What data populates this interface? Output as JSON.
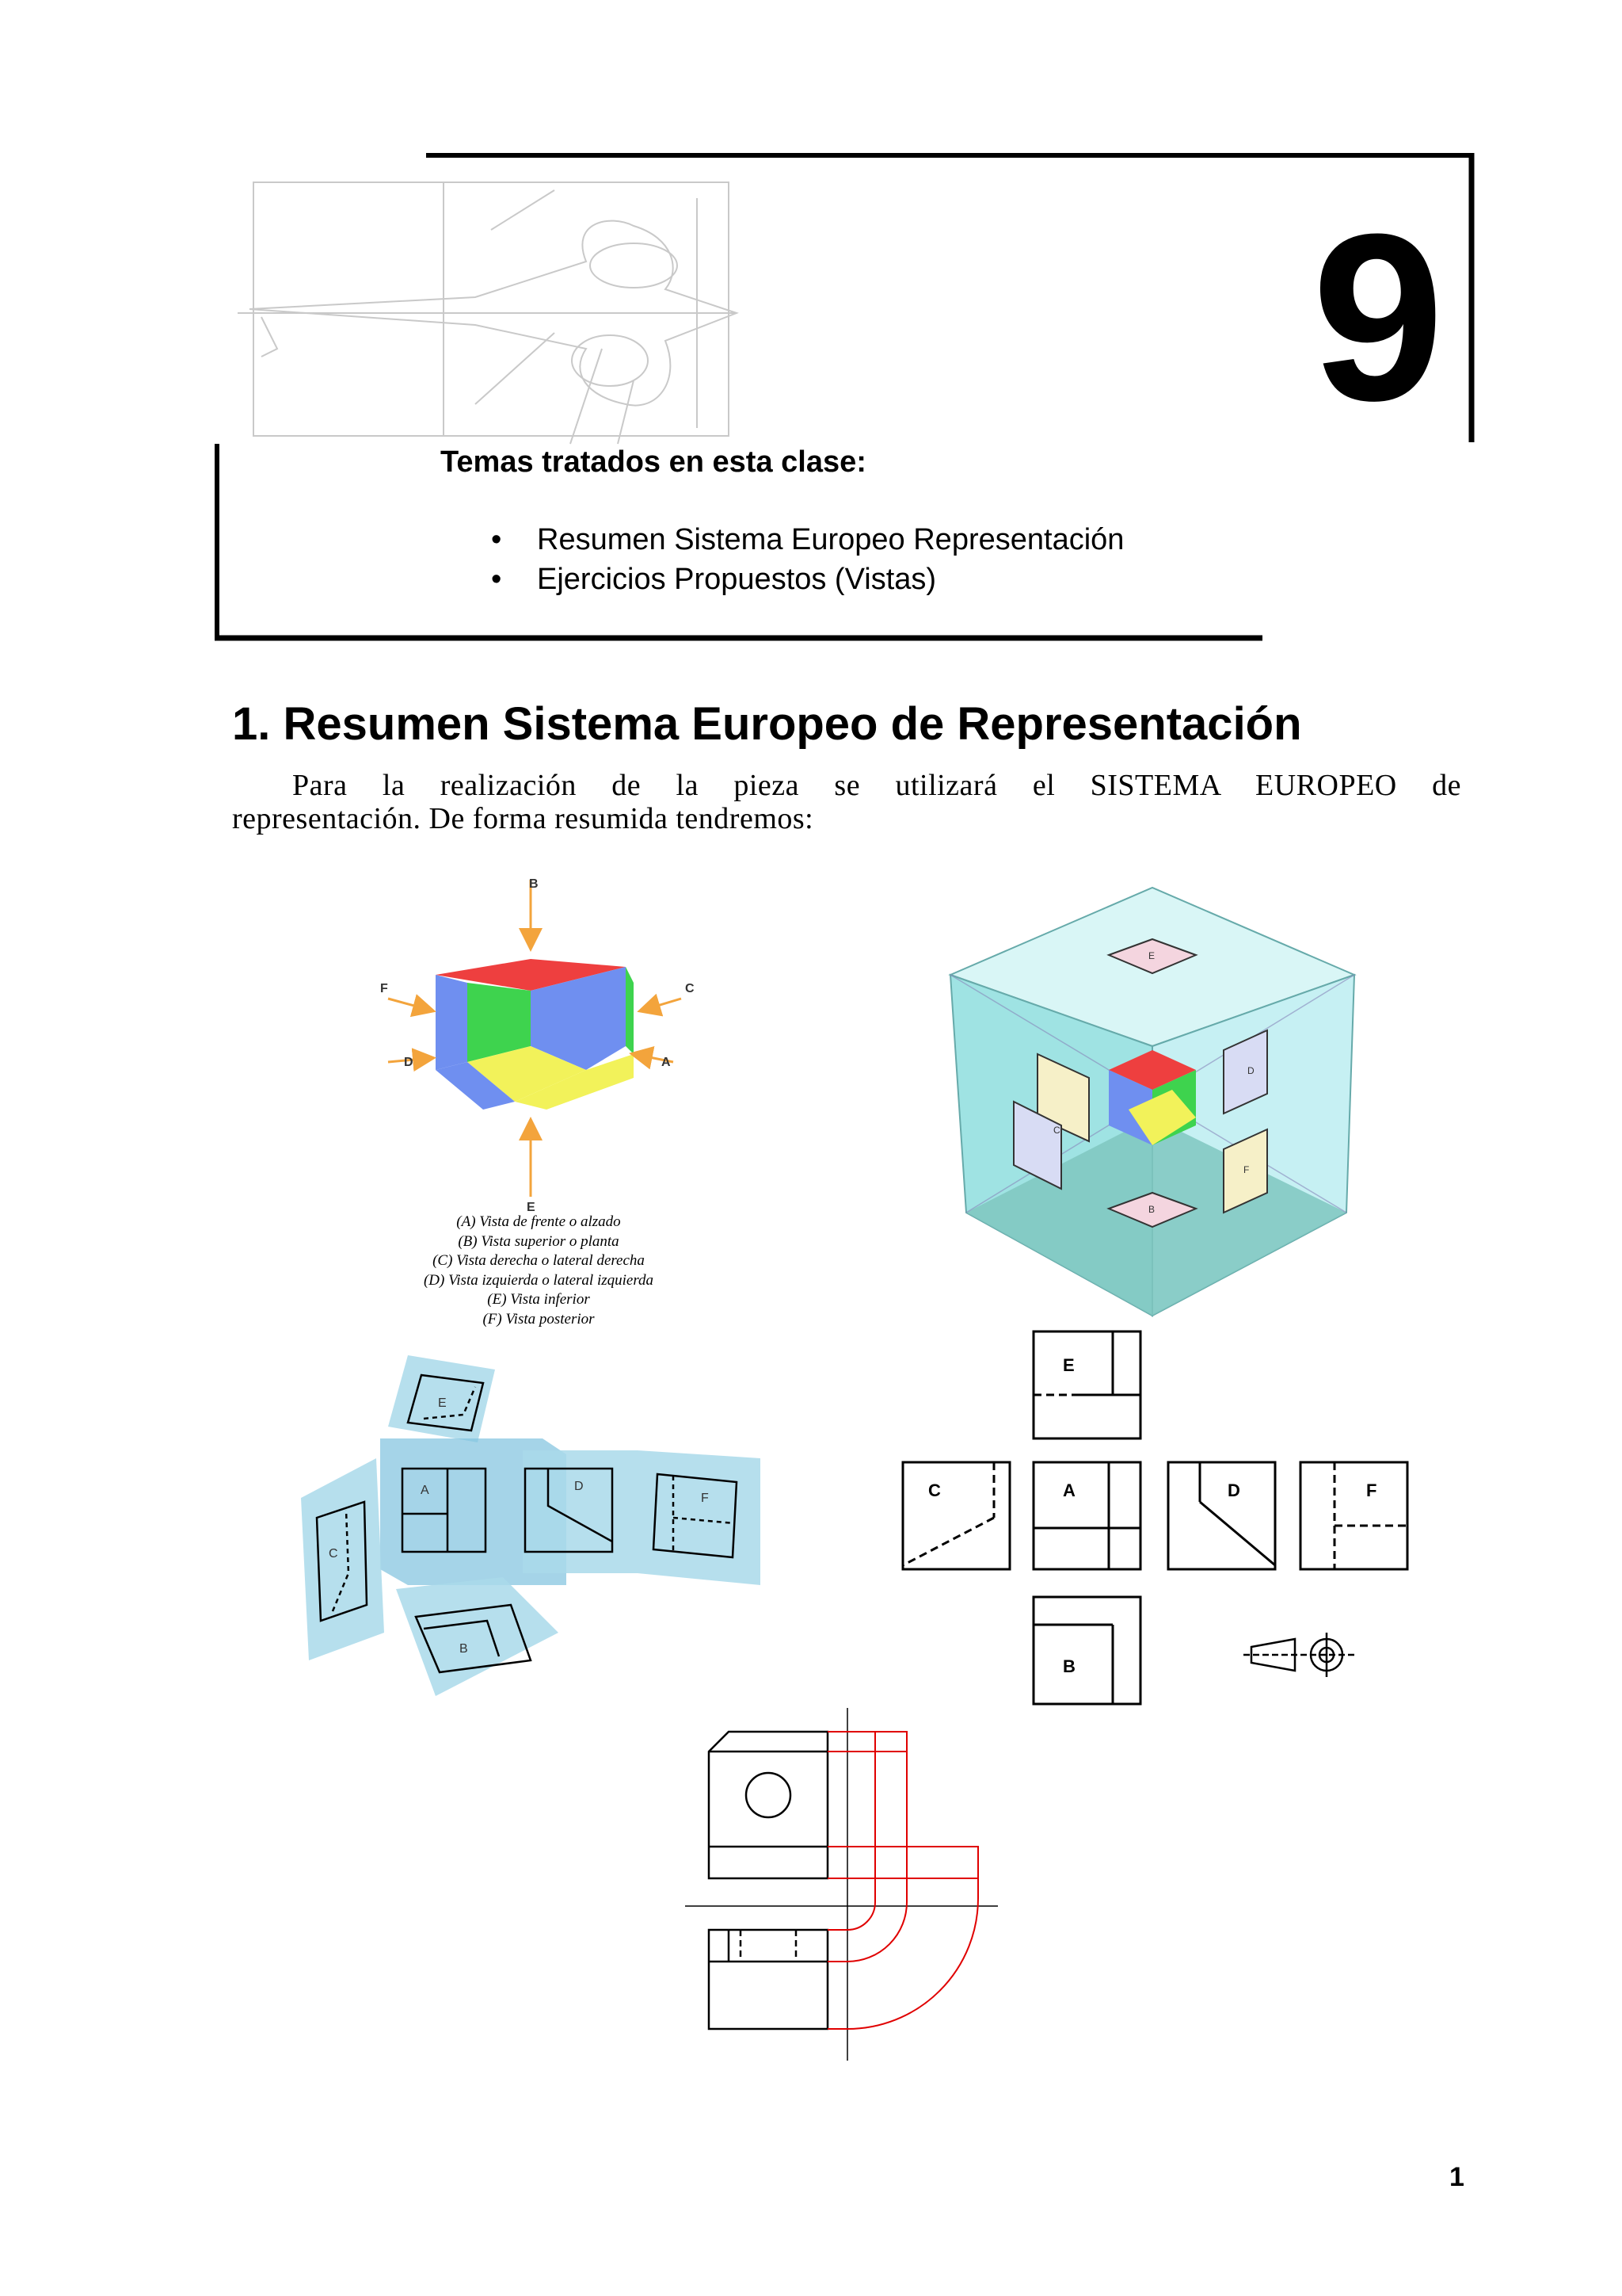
{
  "chapter": {
    "number": "9",
    "topics_heading": "Temas tratados en esta clase:",
    "topics": [
      "Resumen Sistema Europeo Representación",
      "Ejercicios Propuestos (Vistas)"
    ]
  },
  "section": {
    "title": "1. Resumen Sistema Europeo de Representación",
    "intro_line1": "Para la realización de la pieza se utilizará el SISTEMA EUROPEO de",
    "intro_line2": "representación. De forma resumida tendremos:"
  },
  "figures": {
    "views_cube": {
      "arrow_labels": [
        "B",
        "F",
        "C",
        "D",
        "A",
        "E"
      ],
      "legend": [
        "(A) Vista de frente o alzado",
        "(B) Vista superior o planta",
        "(C)  Vista derecha o lateral derecha",
        "(D) Vista izquierda o lateral izquierda",
        "(E) Vista inferior",
        "(F) Vista posterior"
      ]
    },
    "glass_box": {
      "panel_labels": [
        "E",
        "B",
        "C",
        "D",
        "F"
      ]
    },
    "unfolded_box": {
      "panel_labels": [
        "E",
        "A",
        "D",
        "F",
        "C",
        "B"
      ]
    },
    "orthographic_views": {
      "view_labels": [
        "E",
        "C",
        "A",
        "D",
        "F",
        "B"
      ]
    }
  },
  "page_number": "1",
  "colors": {
    "red_face": "#ee3f3f",
    "green_face": "#3ed34e",
    "blue_face": "#6f8ff0",
    "yellow_face": "#f2f25a",
    "arrow_orange": "#f3a43c",
    "glass_teal": "#9fe3e3",
    "panel_blue": "#a9d9ea",
    "construction_red": "#e00000"
  }
}
